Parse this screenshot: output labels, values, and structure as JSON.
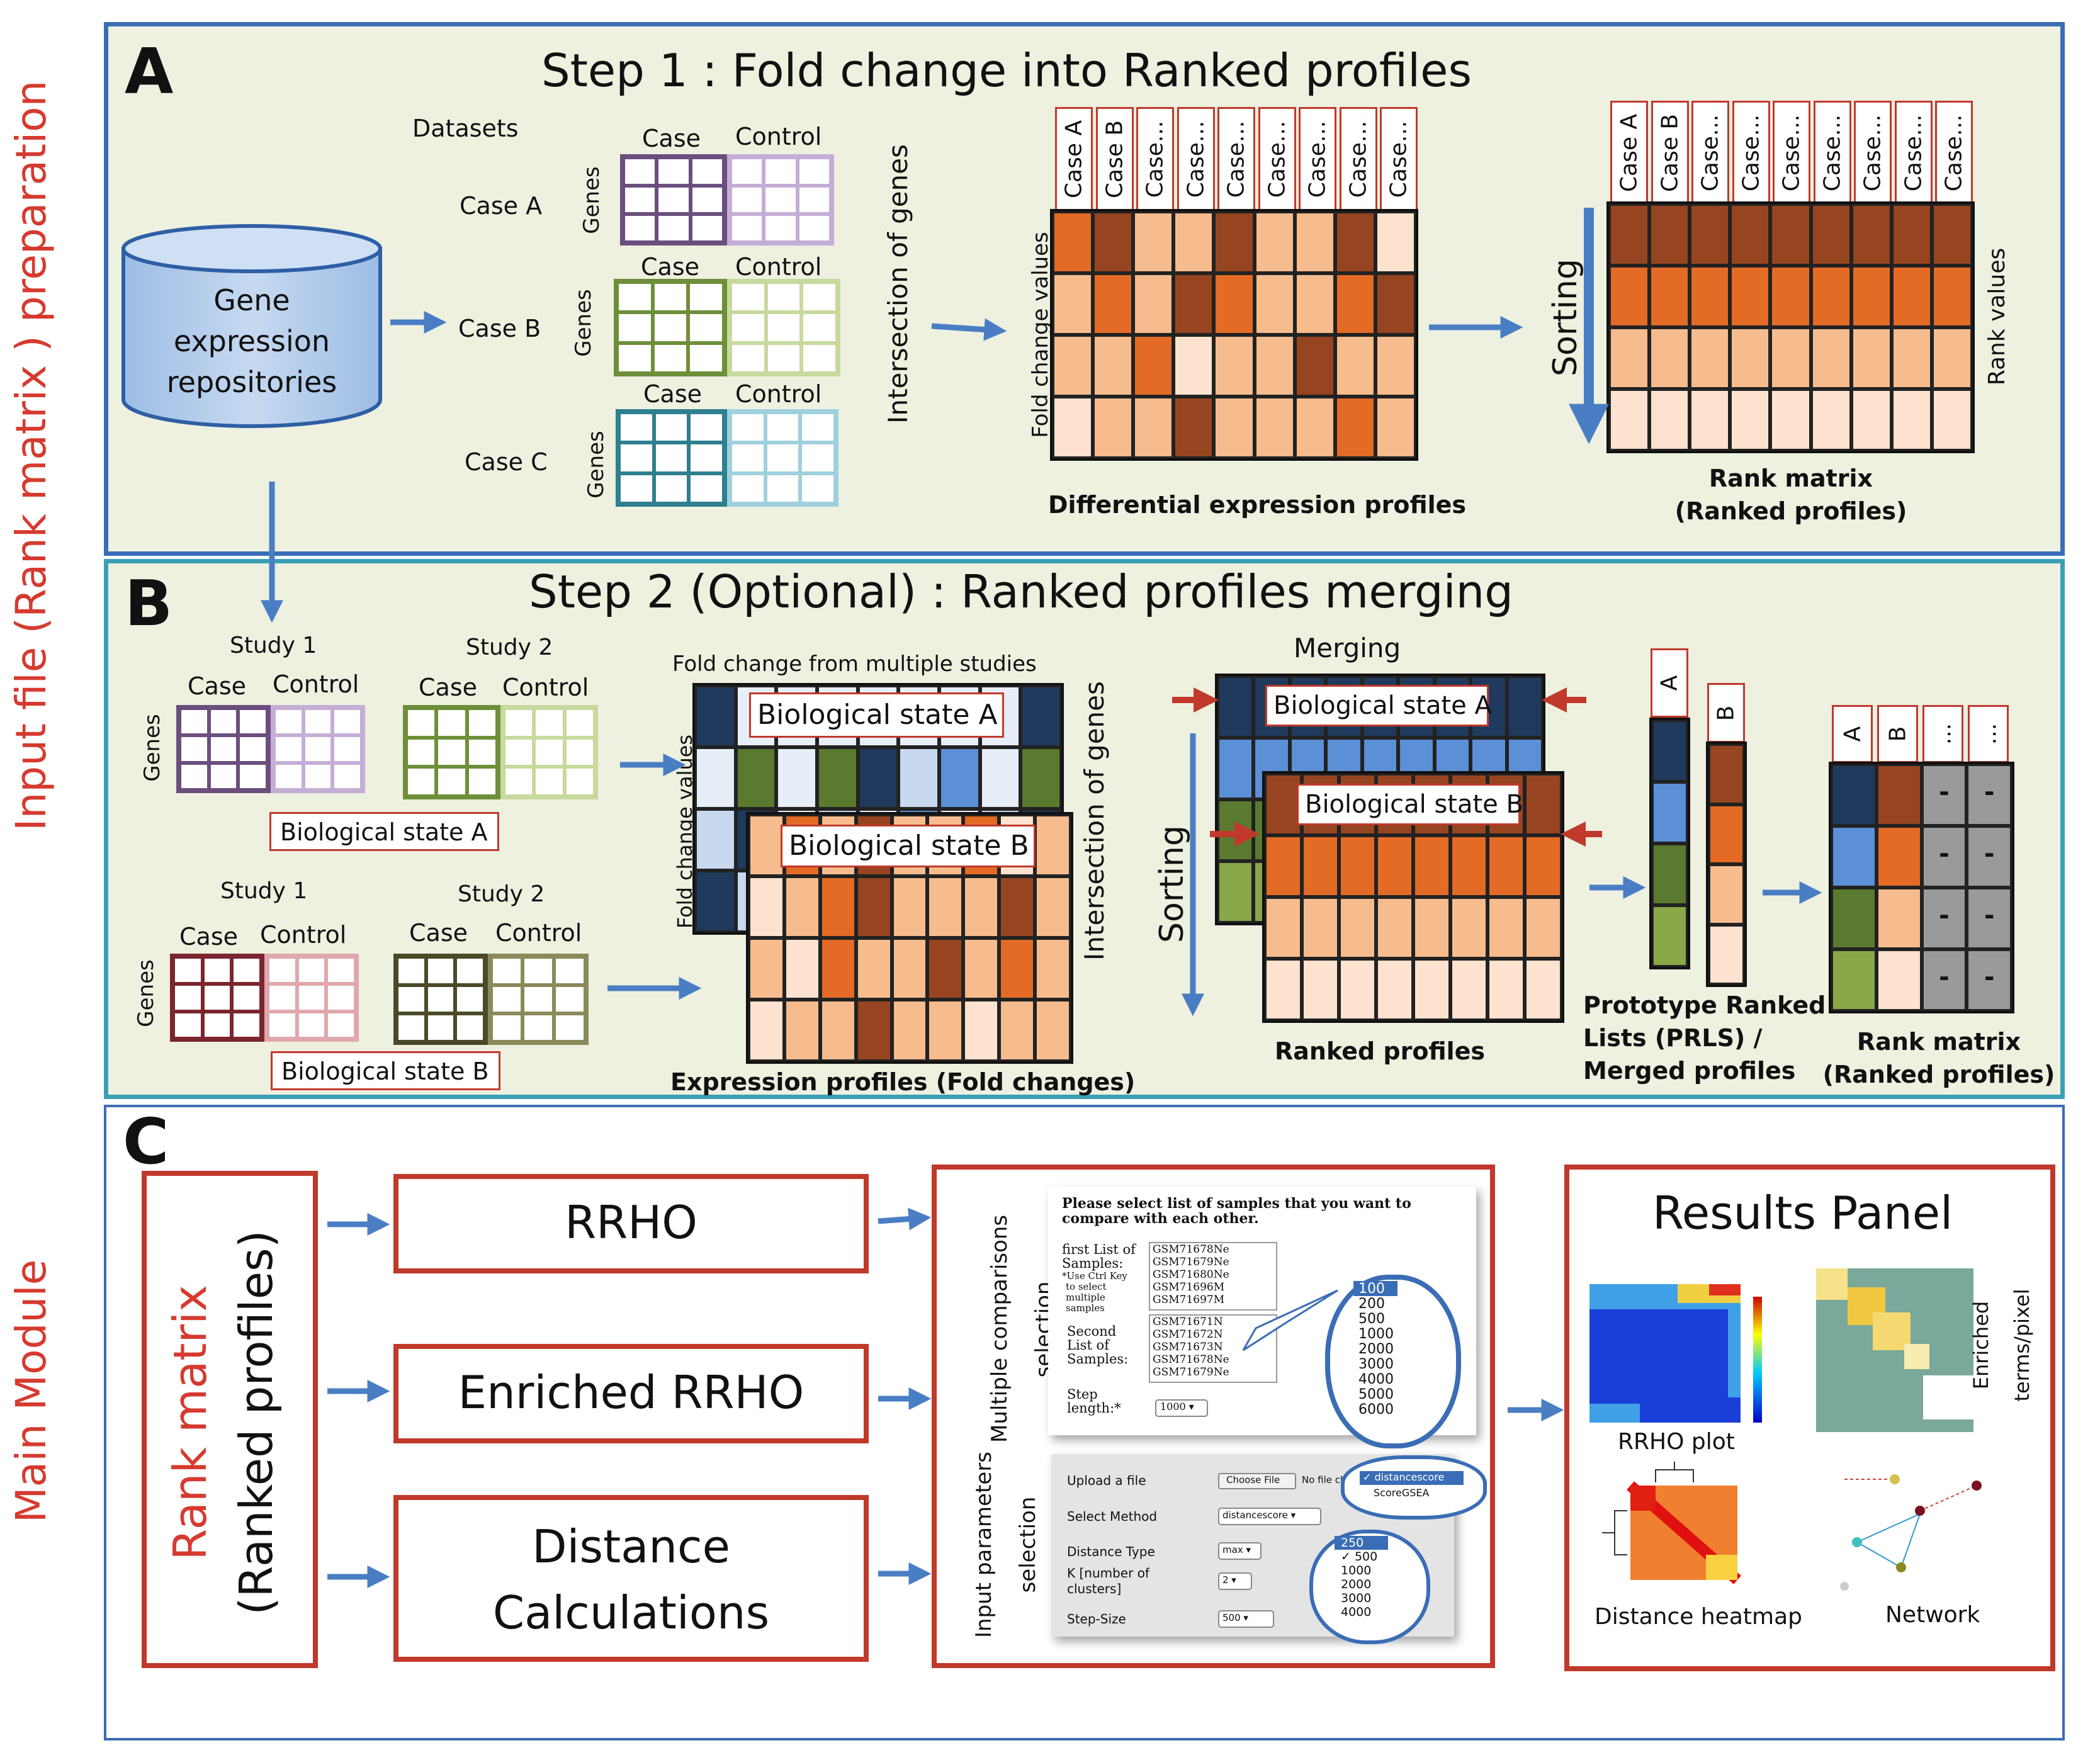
{
  "side_labels": {
    "input_prep": "Input file (Rank matrix ) preparation",
    "main_module": "Main Module"
  },
  "panel_a": {
    "letter": "A",
    "title": "Step 1 : Fold change into Ranked profiles",
    "datasets_label": "Datasets",
    "repository_label": [
      "Gene",
      "expression",
      "repositories"
    ],
    "cases": [
      "Case A",
      "Case B",
      "Case C"
    ],
    "col_case": "Case",
    "col_control": "Control",
    "genes_label": "Genes",
    "intersection_label": "Intersection of  genes",
    "fold_change_label": "Fold change values",
    "column_headers": [
      "Case A",
      "Case B",
      "Case...",
      "Case...",
      "Case...",
      "Case...",
      "Case...",
      "Case...",
      "Case..."
    ],
    "diff_caption": "Differential expression profiles",
    "sorting_label": "Sorting",
    "rank_values_label": "Rank  values",
    "rank_caption": [
      "Rank matrix",
      "(Ranked profiles)"
    ]
  },
  "panel_b": {
    "letter": "B",
    "title": "Step 2 (Optional) : Ranked profiles merging",
    "study1": "Study 1",
    "study2": "Study 2",
    "col_case": "Case",
    "col_control": "Control",
    "genes_label": "Genes",
    "state_a": "Biological state A",
    "state_b": "Biological state B",
    "state_a_short": "Biological state",
    "letter_a": "A",
    "letter_b": "B",
    "fc_multi": "Fold change from multiple studies",
    "fold_change_label": "Fold change values",
    "intersection_label": "Intersection of genes",
    "expr_caption": "Expression profiles (Fold changes)",
    "merging_label": "Merging",
    "sorting_label": "Sorting",
    "ranked_caption": "Ranked profiles",
    "prls_caption": [
      "Prototype Ranked",
      "Lists (PRLS) /",
      "Merged profiles"
    ],
    "rank_caption": [
      "Rank matrix",
      "(Ranked profiles)"
    ],
    "rank_headers": [
      "A",
      "B",
      "...",
      "..."
    ],
    "dash": "-"
  },
  "panel_c": {
    "letter": "C",
    "rank_matrix": [
      "Rank matrix",
      "(Ranked profiles)"
    ],
    "methods": [
      "RRHO",
      "Enriched RRHO",
      "Distance",
      "Calculations"
    ],
    "multi_sel": [
      "Multiple comparisons",
      "selection"
    ],
    "input_sel": [
      "Input parameters",
      "selection"
    ],
    "form1": {
      "heading": [
        "Please select list of samples that you want to",
        "compare with each other."
      ],
      "first_label": [
        "first List of",
        "Samples:",
        "*Use Ctrl Key",
        "to select",
        "multiple",
        "samples"
      ],
      "first_list": [
        "GSM71678Ne",
        "GSM71679Ne",
        "GSM71680Ne",
        "GSM71696M",
        "GSM71697M"
      ],
      "second_label": [
        "Second",
        "List of",
        "Samples:"
      ],
      "second_list": [
        "GSM71671N",
        "GSM71672N",
        "GSM71673N",
        "GSM71678Ne",
        "GSM71679Ne"
      ],
      "step_label": [
        "Step",
        "length:*"
      ],
      "step_value": "1000 ▾",
      "options": [
        "100",
        "200",
        "500",
        "1000",
        "2000",
        "3000",
        "4000",
        "5000",
        "6000"
      ]
    },
    "form2": {
      "rows": [
        "Upload a file",
        "Select Method",
        "Distance Type",
        "K [number of",
        "clusters]",
        "Step-Size"
      ],
      "choose_file": "Choose File",
      "no_file": "No file ch",
      "method_value": "distancescore ▾",
      "dist_value": "max ▾",
      "k_value": "2 ▾",
      "step_value": "500 ▾",
      "method_options": [
        "✓ distancescore",
        "ScoreGSEA"
      ],
      "step_options": [
        "250",
        "✓ 500",
        "1000",
        "2000",
        "3000",
        "4000"
      ]
    },
    "results_title": "Results Panel",
    "rrho_plot": "RRHO plot",
    "enriched_label": [
      "Enriched",
      "terms/pixel"
    ],
    "distance_heatmap": "Distance heatmap",
    "network": "Network"
  },
  "colors": {
    "panel_a_border": "#3a6db5",
    "panel_b_border": "#3aa0b5",
    "panel_bg": "#eef0e0",
    "red": "#c0392b",
    "arrow": "#4a7ec4",
    "purple": "#6b4e7e",
    "green": "#6e8f3a",
    "teal": "#2e7f8f",
    "maroon": "#7a2530",
    "olive": "#4a4a28",
    "dark_orange": "#964520",
    "orange": "#e36b26",
    "light_orange": "#f6bc8e",
    "pale_orange": "#fde3cf"
  }
}
